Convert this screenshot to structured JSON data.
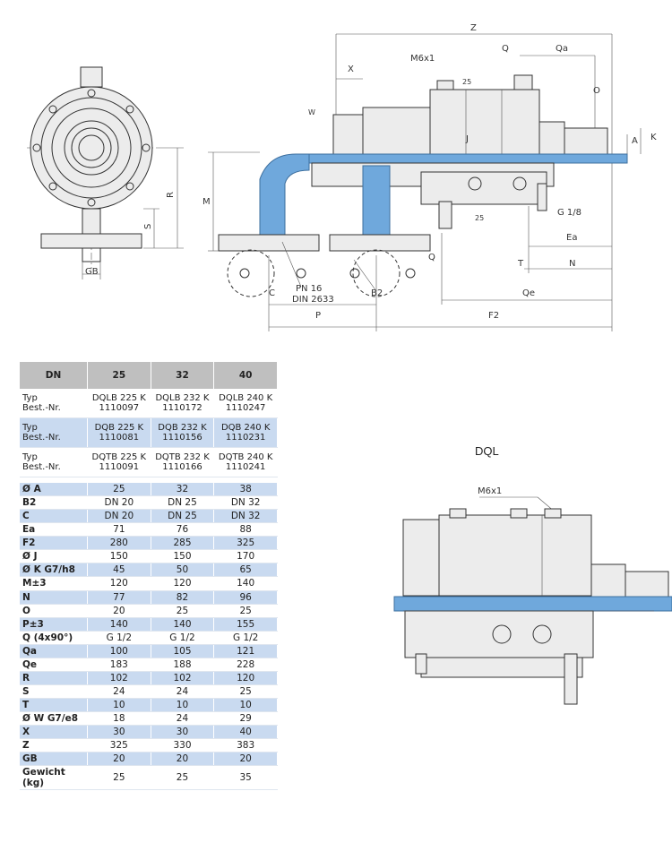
{
  "drawing_labels": {
    "z": "Z",
    "q_top": "Q",
    "qa": "Qa",
    "x": "X",
    "m6x1": "M6x1",
    "d25_top": "25",
    "o": "O",
    "a": "A",
    "k": "K",
    "w": "W",
    "m": "M",
    "r": "R",
    "s": "S",
    "gb": "GB",
    "pn": "PN 16",
    "din": "DIN 2633",
    "c": "C",
    "b2": "B2",
    "p": "P",
    "f2": "F2",
    "qe": "Qe",
    "t": "T",
    "n": "N",
    "ea": "Ea",
    "g18": "G 1/8",
    "d25_bot": "25",
    "q_bot": "Q",
    "j": "J"
  },
  "dql": {
    "title": "DQL",
    "m6x1": "M6x1"
  },
  "table": {
    "header": {
      "label": "DN",
      "c1": "25",
      "c2": "32",
      "c3": "40"
    },
    "type_rows": [
      {
        "l1": "Typ",
        "l2": "Best.-Nr.",
        "v": [
          [
            "DQLB 225 K",
            "1110097"
          ],
          [
            "DQLB 232 K",
            "1110172"
          ],
          [
            "DQLB 240 K",
            "1110247"
          ]
        ]
      },
      {
        "l1": "Typ",
        "l2": "Best.-Nr.",
        "v": [
          [
            "DQB 225 K",
            "1110081"
          ],
          [
            "DQB 232 K",
            "1110156"
          ],
          [
            "DQB 240 K",
            "1110231"
          ]
        ]
      },
      {
        "l1": "Typ",
        "l2": "Best.-Nr.",
        "v": [
          [
            "DQTB 225 K",
            "1110091"
          ],
          [
            "DQTB 232 K",
            "1110166"
          ],
          [
            "DQTB 240 K",
            "1110241"
          ]
        ]
      }
    ],
    "rows": [
      {
        "label": "Ø A",
        "v": [
          "25",
          "32",
          "38"
        ]
      },
      {
        "label": "B2",
        "v": [
          "DN 20",
          "DN 25",
          "DN 32"
        ]
      },
      {
        "label": "C",
        "v": [
          "DN 20",
          "DN 25",
          "DN 32"
        ]
      },
      {
        "label": "Ea",
        "v": [
          "71",
          "76",
          "88"
        ]
      },
      {
        "label": "F2",
        "v": [
          "280",
          "285",
          "325"
        ]
      },
      {
        "label": "Ø J",
        "v": [
          "150",
          "150",
          "170"
        ]
      },
      {
        "label": "Ø K G7/h8",
        "v": [
          "45",
          "50",
          "65"
        ]
      },
      {
        "label": "M±3",
        "v": [
          "120",
          "120",
          "140"
        ]
      },
      {
        "label": "N",
        "v": [
          "77",
          "82",
          "96"
        ]
      },
      {
        "label": "O",
        "v": [
          "20",
          "25",
          "25"
        ]
      },
      {
        "label": "P±3",
        "v": [
          "140",
          "140",
          "155"
        ]
      },
      {
        "label": "Q (4x90°)",
        "v": [
          "G 1/2",
          "G 1/2",
          "G 1/2"
        ]
      },
      {
        "label": "Qa",
        "v": [
          "100",
          "105",
          "121"
        ]
      },
      {
        "label": "Qe",
        "v": [
          "183",
          "188",
          "228"
        ]
      },
      {
        "label": "R",
        "v": [
          "102",
          "102",
          "120"
        ]
      },
      {
        "label": "S",
        "v": [
          "24",
          "24",
          "25"
        ]
      },
      {
        "label": "T",
        "v": [
          "10",
          "10",
          "10"
        ]
      },
      {
        "label": "Ø W G7/e8",
        "v": [
          "18",
          "24",
          "29"
        ]
      },
      {
        "label": "X",
        "v": [
          "30",
          "30",
          "40"
        ]
      },
      {
        "label": "Z",
        "v": [
          "325",
          "330",
          "383"
        ]
      },
      {
        "label": "GB",
        "v": [
          "20",
          "20",
          "20"
        ]
      },
      {
        "label": "Gewicht (kg)",
        "v": [
          "25",
          "25",
          "35"
        ]
      }
    ]
  }
}
